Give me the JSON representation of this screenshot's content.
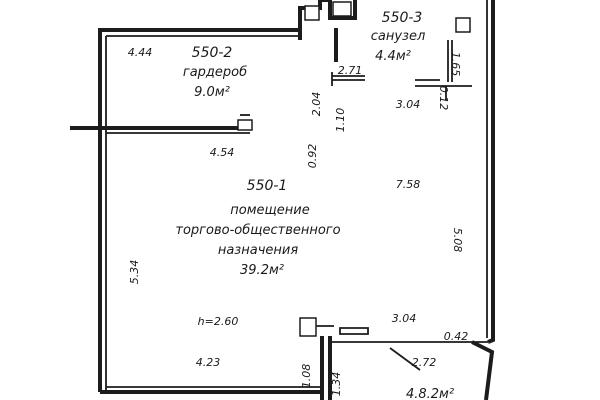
{
  "rooms": [
    {
      "id": "550-1",
      "name_lines": [
        "помещение",
        "торгово-общественного",
        "назначения"
      ],
      "area": "39.2м²"
    },
    {
      "id": "550-2",
      "name_lines": [
        "гардероб"
      ],
      "area": "9.0м²"
    },
    {
      "id": "550-3",
      "name_lines": [
        "санузел"
      ],
      "area": "4.4м²"
    }
  ],
  "partial_area": "4.8.2м²",
  "ceiling_height": "h=2.60",
  "dimensions": {
    "d_4_44": "4.44",
    "d_2_71": "2.71",
    "d_1_65": "1.65",
    "d_2_04": "2.04",
    "d_1_10": "1.10",
    "d_3_04_top": "3.04",
    "d_0_12": "0.12",
    "d_0_92": "0.92",
    "d_4_54": "4.54",
    "d_7_58": "7.58",
    "d_5_08": "5.08",
    "d_5_34": "5.34",
    "d_3_04_bottom": "3.04",
    "d_0_42": "0.42",
    "d_2_72": "2.72",
    "d_4_23": "4.23",
    "d_1_08": "1.08",
    "d_1_34": "1.34"
  }
}
